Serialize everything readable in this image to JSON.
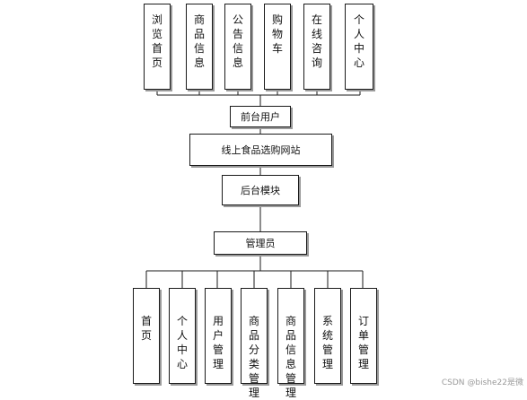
{
  "top_modules": [
    "浏览首页",
    "商品信息",
    "公告信息",
    "购物车",
    "在线咨询",
    "个人中心"
  ],
  "front_user": "前台用户",
  "site": "线上食品选购网站",
  "backend": "后台模块",
  "admin": "管理员",
  "bottom_modules": [
    "首页",
    "个人中心",
    "用户管理",
    "商品分类管理",
    "商品信息管理",
    "系统管理",
    "订单管理"
  ],
  "watermark": "CSDN @bishe22是微"
}
